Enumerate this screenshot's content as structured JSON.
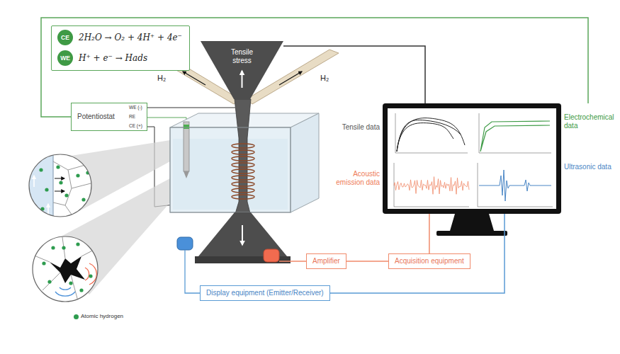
{
  "diagram": {
    "nodes": [
      {
        "text": [
          "2H₂O → O₂ + 4H⁺ + 4e⁻",
          "H⁺ + e⁻ → Hads"
        ]
      },
      {
        "text": [
          "CE"
        ],
        "in": 0
      },
      {
        "text": [
          "WE"
        ],
        "in": 0
      },
      {
        "text": [
          "Potentiostat"
        ]
      },
      {
        "text": [
          "Tensile stress"
        ]
      },
      {
        "text": [
          "Tensile data",
          "Electrochemical data",
          "Acoustic emission data",
          "Ultrasonic data"
        ]
      },
      {
        "text": [
          "Amplifier"
        ]
      },
      {
        "text": [
          "Acquisition equipment"
        ]
      },
      {
        "text": [
          "Display equipment (Emitter/Receiver)"
        ]
      }
    ],
    "edges": [
      {
        "from": 3,
        "to": 5,
        "arrow": "none"
      },
      {
        "from": 4,
        "to": 5,
        "arrow": "none"
      },
      {
        "from": 6,
        "to": 7,
        "arrow": "none"
      },
      {
        "from": 7,
        "to": 5,
        "arrow": "none"
      },
      {
        "from": 8,
        "to": 5,
        "arrow": "none"
      }
    ],
    "labels": [
      "WE (-)",
      "RE",
      "CE (+)",
      "H₂",
      "H₂"
    ],
    "legend": [
      {
        "text": "Atomic hydrogen",
        "color": "#2e9c4f"
      }
    ]
  }
}
